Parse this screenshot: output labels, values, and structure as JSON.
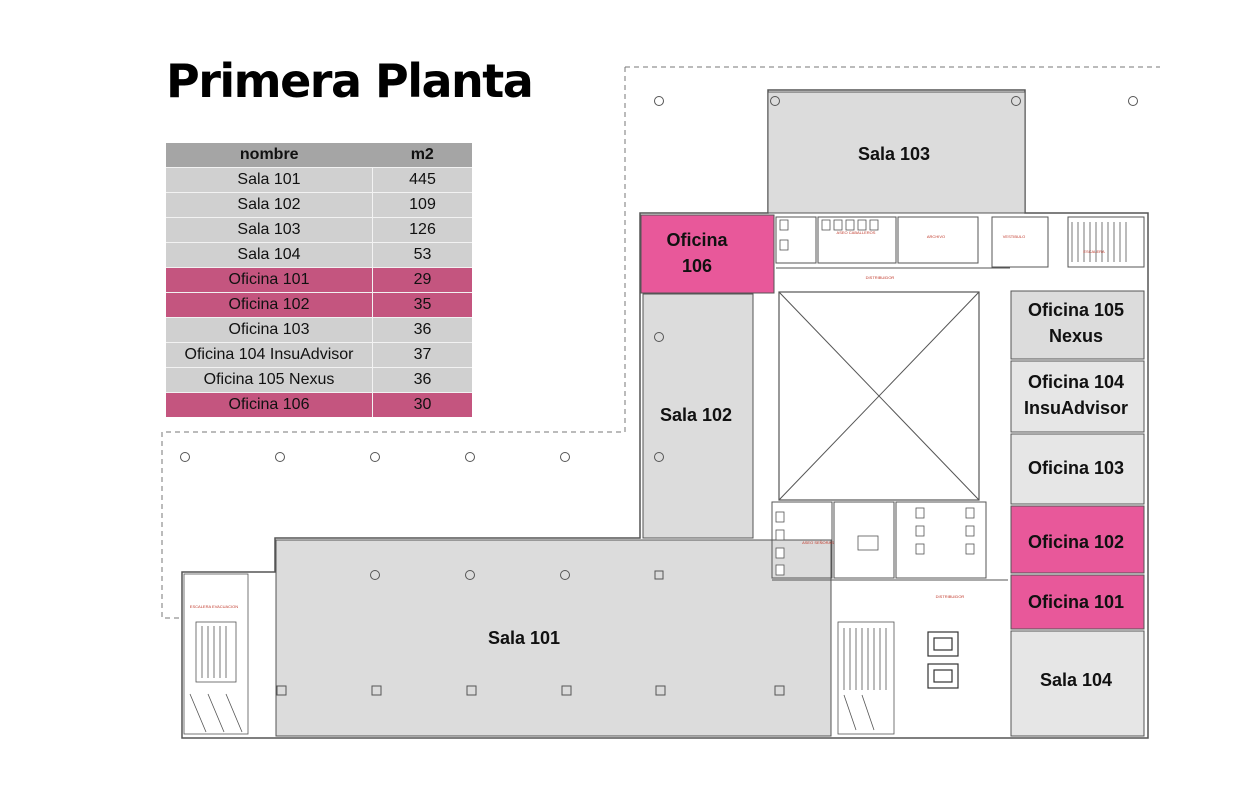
{
  "title": "Primera Planta",
  "table": {
    "headers": [
      "nombre",
      "m2"
    ],
    "rows": [
      {
        "name": "Sala 101",
        "m2": "445",
        "highlight": false
      },
      {
        "name": "Sala 102",
        "m2": "109",
        "highlight": false
      },
      {
        "name": "Sala 103",
        "m2": "126",
        "highlight": false
      },
      {
        "name": "Sala 104",
        "m2": "53",
        "highlight": false
      },
      {
        "name": "Oficina 101",
        "m2": "29",
        "highlight": true
      },
      {
        "name": "Oficina 102",
        "m2": "35",
        "highlight": true
      },
      {
        "name": "Oficina 103",
        "m2": "36",
        "highlight": false
      },
      {
        "name": "Oficina 104 InsuAdvisor",
        "m2": "37",
        "highlight": false
      },
      {
        "name": "Oficina 105 Nexus",
        "m2": "36",
        "highlight": false
      },
      {
        "name": "Oficina 106",
        "m2": "30",
        "highlight": true
      }
    ]
  },
  "rooms": {
    "sala_101": "Sala 101",
    "sala_102": "Sala 102",
    "sala_103": "Sala 103",
    "sala_104": "Sala 104",
    "oficina_101": "Oficina 101",
    "oficina_102": "Oficina 102",
    "oficina_103": "Oficina 103",
    "oficina_104_line1": "Oficina 104",
    "oficina_104_line2": "InsuAdvisor",
    "oficina_105_line1": "Oficina 105",
    "oficina_105_line2": "Nexus",
    "oficina_106_line1": "Oficina",
    "oficina_106_line2": "106"
  },
  "small_labels": {
    "distribuidor_top": "DISTRIBUIDOR",
    "distribuidor_bottom": "DISTRIBUIDOR",
    "aseo_caballeros": "ASEO CABALLEROS",
    "aseo_senoras": "ASEO SEÑORAS",
    "archivo": "ARCHIVO",
    "vestibulo": "VESTIBULO",
    "escalera": "ESCALERA",
    "escalera_evacuacion": "ESCALERA EVACUACION"
  },
  "colors": {
    "highlight": "#c4557f",
    "highlight_plan": "#e8589a",
    "room_gray": "#dcdcdc",
    "wall": "#555555"
  }
}
